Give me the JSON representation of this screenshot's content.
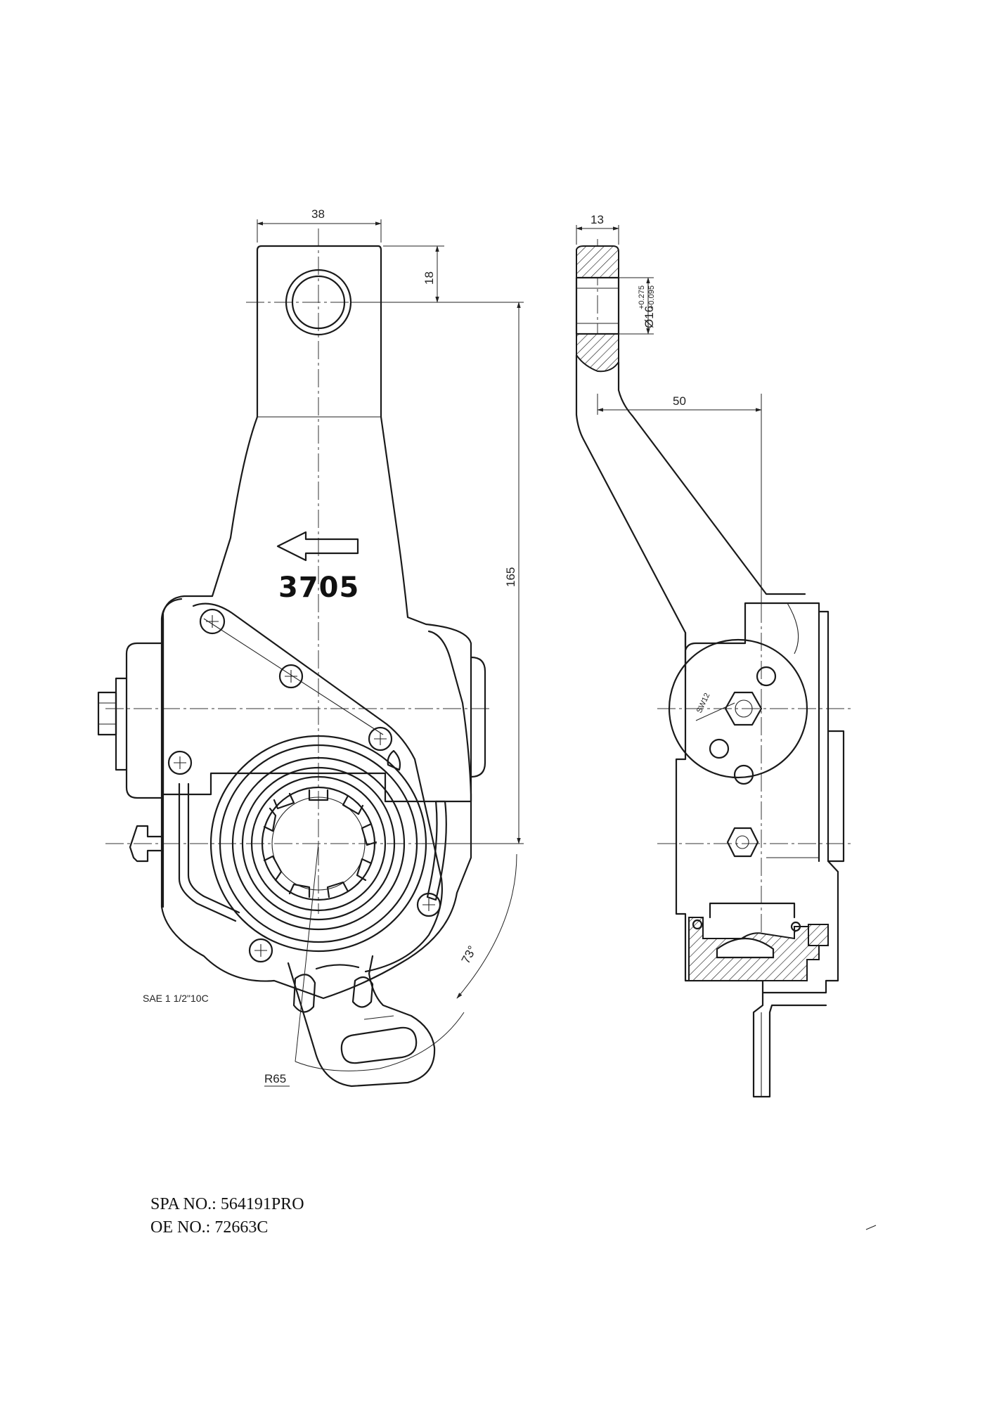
{
  "drawing": {
    "marking": "3705",
    "spline_spec": "SAE 1 1/2\"10C",
    "dimensions": {
      "arm_width": "38",
      "hole_offset": "18",
      "arm_length": "165",
      "radius": "R65",
      "angle": "73°",
      "side_thickness": "13",
      "hole_diameter": "Ø16",
      "hole_tol_upper": "+0.275",
      "hole_tol_lower": "+0.095",
      "offset": "50",
      "hex_size": "SW12"
    }
  },
  "part_numbers": {
    "spa": "SPA NO.: 564191PRO",
    "oe": "OE NO.: 72663C"
  }
}
